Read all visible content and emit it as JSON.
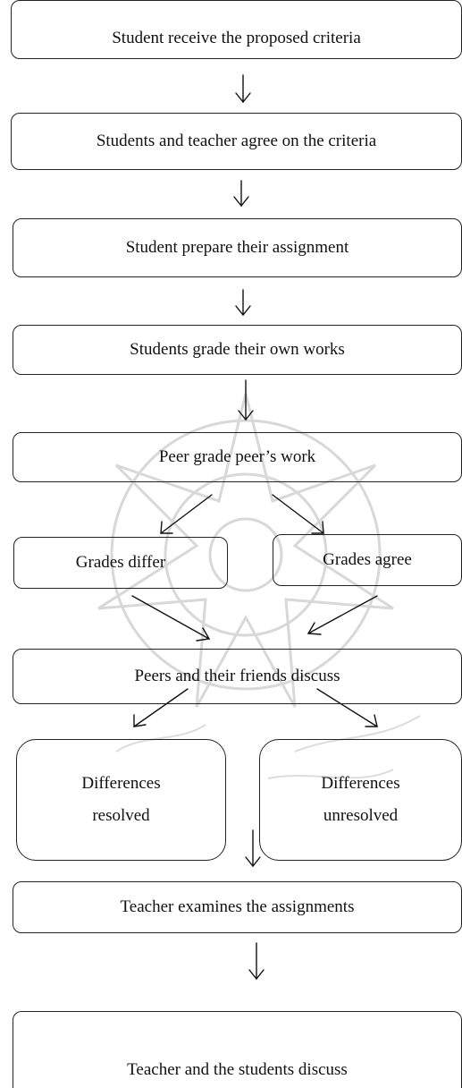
{
  "diagram": {
    "nodes": {
      "receive_criteria": "Student receive the proposed criteria",
      "agree_criteria": "Students and teacher agree on the criteria",
      "prepare_assignment": "Student prepare their assignment",
      "self_grade": "Students grade their own works",
      "peer_grade": "Peer grade peer’s work",
      "grades_differ": "Grades differ",
      "grades_agree": "Grades agree",
      "peers_discuss": "Peers and their friends discuss",
      "diff_resolved": {
        "line1": "Differences",
        "line2": "resolved"
      },
      "diff_unresolved": {
        "line1": "Differences",
        "line2": "unresolved"
      },
      "teacher_examines": "Teacher examines the assignments",
      "teacher_students_discuss": "Teacher and the students discuss"
    },
    "edges": [
      {
        "from": "receive_criteria",
        "to": "agree_criteria"
      },
      {
        "from": "agree_criteria",
        "to": "prepare_assignment"
      },
      {
        "from": "prepare_assignment",
        "to": "self_grade"
      },
      {
        "from": "self_grade",
        "to": "peer_grade"
      },
      {
        "from": "peer_grade",
        "to": "grades_differ"
      },
      {
        "from": "peer_grade",
        "to": "grades_agree"
      },
      {
        "from": "grades_differ",
        "to": "peers_discuss"
      },
      {
        "from": "grades_agree",
        "to": "peers_discuss"
      },
      {
        "from": "peers_discuss",
        "to": "diff_resolved"
      },
      {
        "from": "peers_discuss",
        "to": "diff_unresolved"
      },
      {
        "from": "diff_unresolved",
        "to": "teacher_examines"
      },
      {
        "from": "teacher_examines",
        "to": "teacher_students_discuss"
      }
    ]
  }
}
